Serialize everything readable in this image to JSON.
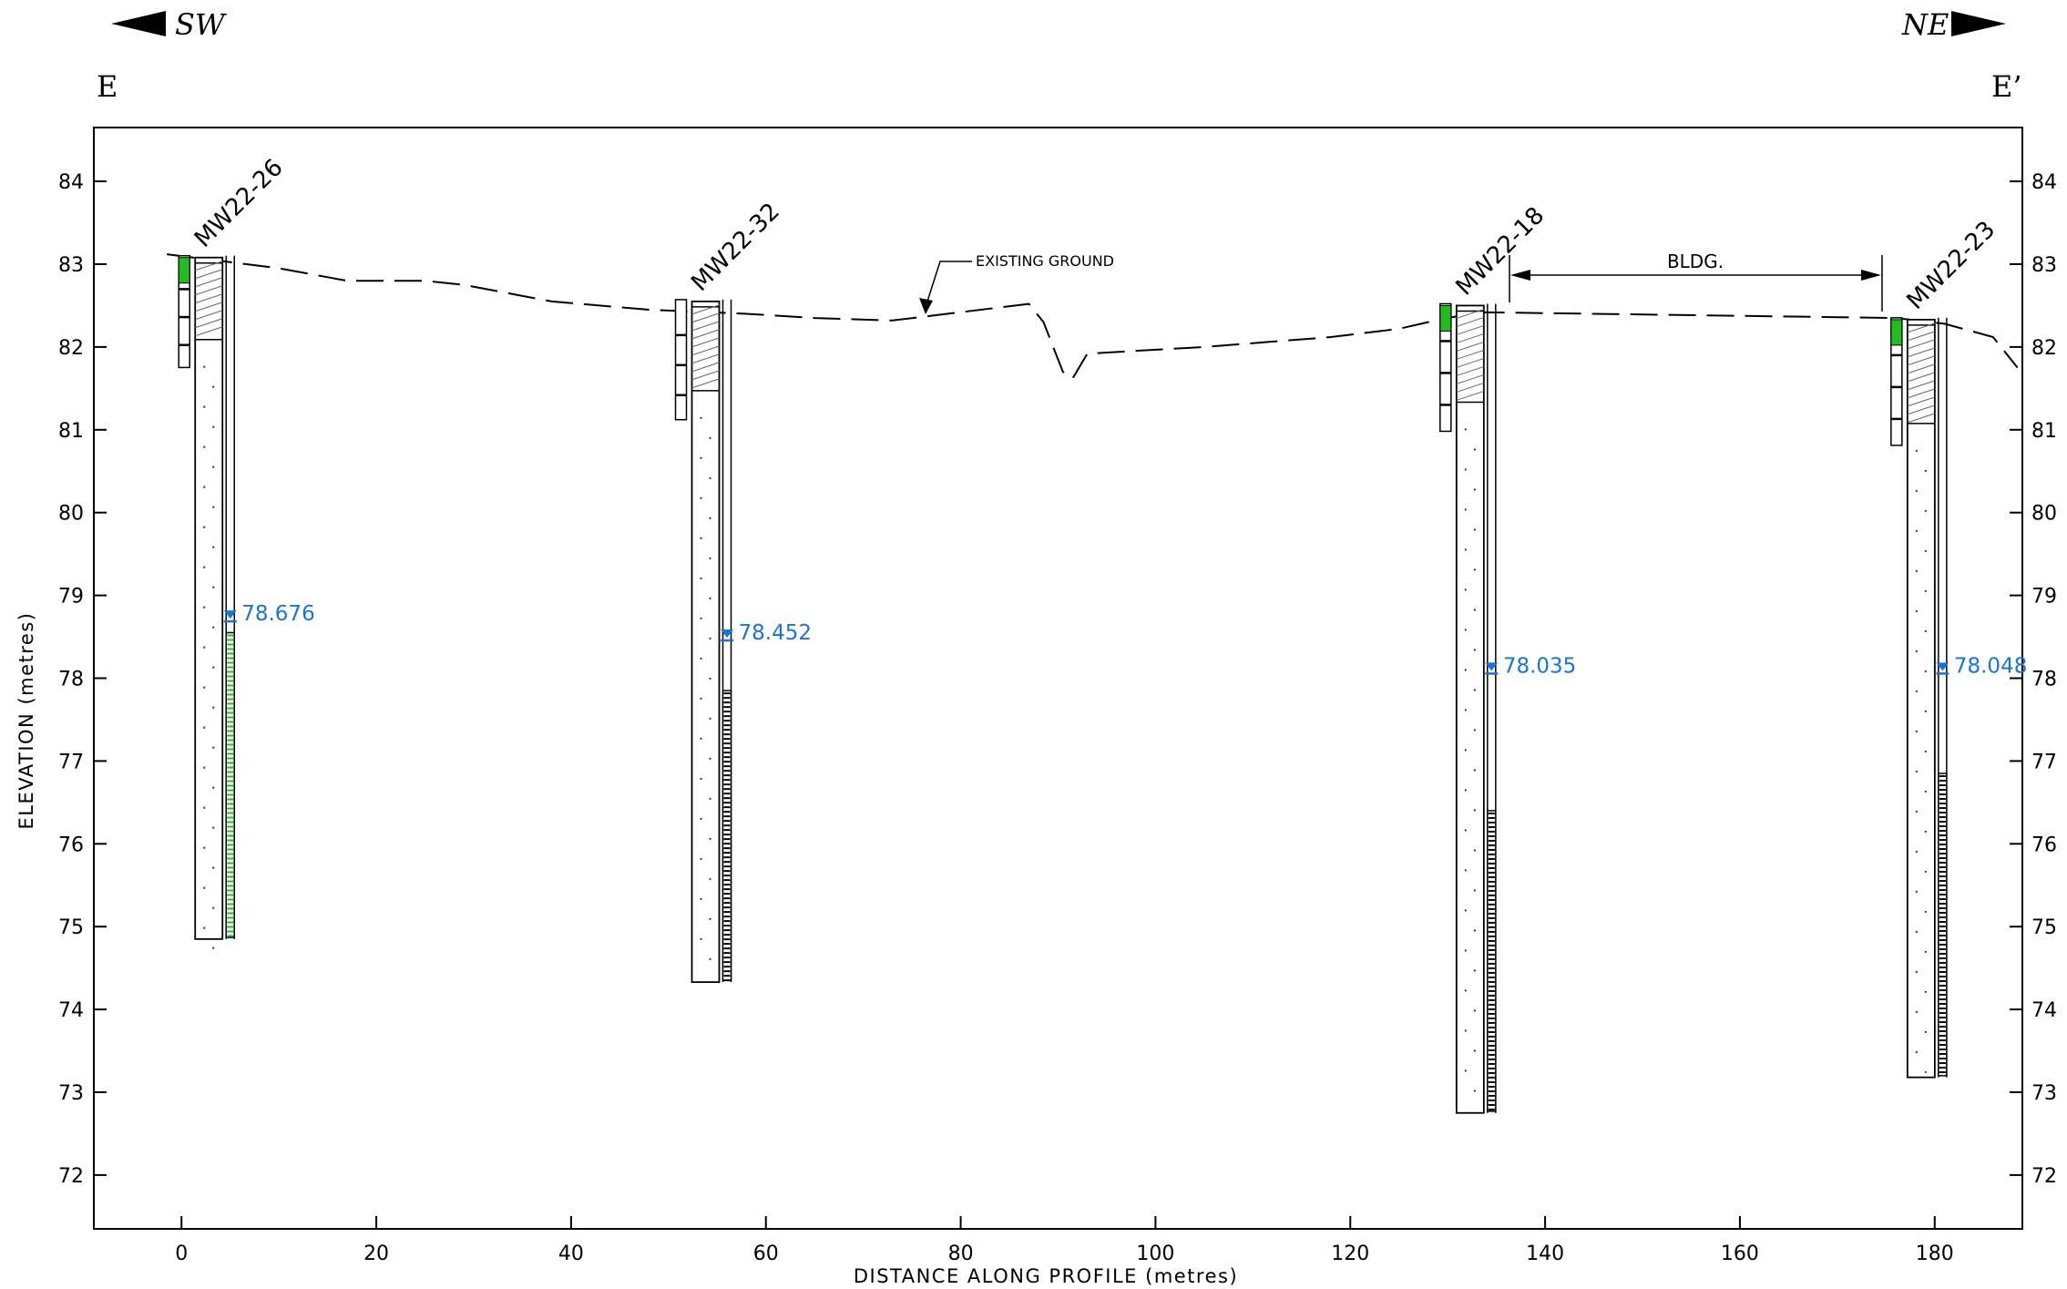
{
  "direction": {
    "left": "SW",
    "right": "NE"
  },
  "section": {
    "left_label": "E",
    "right_label": "E’"
  },
  "axes": {
    "ylabel": "ELEVATION (metres)",
    "xlabel": "DISTANCE ALONG PROFILE (metres)",
    "xlim": [
      -9,
      189
    ],
    "ylim": [
      71.35,
      84.65
    ],
    "xticks": [
      "0",
      "20",
      "40",
      "60",
      "80",
      "100",
      "120",
      "140",
      "160",
      "180"
    ],
    "yticks": [
      "84",
      "83",
      "82",
      "81",
      "80",
      "79",
      "78",
      "77",
      "76",
      "75",
      "74",
      "73",
      "72"
    ]
  },
  "annotations": {
    "existing_ground": "EXISTING GROUND",
    "bldg": "BLDG."
  },
  "colors": {
    "water_level": "#1a73d9",
    "green_marker": "#22bb22",
    "line": "#000000"
  },
  "wells": [
    {
      "name": "MW22-26",
      "x": 0,
      "top": 83.08,
      "bottom": 74.85,
      "water_level": "78.676",
      "wl": 78.73,
      "screen_top": 78.55,
      "screen_bottom": 74.87,
      "screen_color": "green"
    },
    {
      "name": "MW22-32",
      "x": 51,
      "top": 82.55,
      "bottom": 74.33,
      "water_level": "78.452",
      "wl": 78.5,
      "screen_top": 77.85,
      "screen_bottom": 74.35,
      "screen_color": "black"
    },
    {
      "name": "MW22-18",
      "x": 129.5,
      "top": 82.5,
      "bottom": 72.75,
      "water_level": "78.035",
      "wl": 78.1,
      "screen_top": 76.4,
      "screen_bottom": 72.77,
      "screen_color": "black"
    },
    {
      "name": "MW22-23",
      "x": 175.8,
      "top": 82.33,
      "bottom": 73.18,
      "water_level": "78.048",
      "wl": 78.1,
      "screen_top": 76.85,
      "screen_bottom": 73.2,
      "screen_color": "black"
    }
  ],
  "ground_profile": [
    [
      -1.5,
      83.12
    ],
    [
      10,
      82.95
    ],
    [
      17,
      82.8
    ],
    [
      25,
      82.8
    ],
    [
      29,
      82.75
    ],
    [
      38,
      82.55
    ],
    [
      48,
      82.45
    ],
    [
      58,
      82.4
    ],
    [
      65,
      82.35
    ],
    [
      73,
      82.32
    ],
    [
      87,
      82.52
    ],
    [
      88.5,
      82.3
    ],
    [
      90.5,
      81.7
    ],
    [
      91.5,
      81.62
    ],
    [
      93,
      81.92
    ],
    [
      105,
      82.0
    ],
    [
      118,
      82.12
    ],
    [
      125,
      82.22
    ],
    [
      128,
      82.3
    ],
    [
      133,
      82.42
    ],
    [
      176,
      82.35
    ],
    [
      181,
      82.28
    ],
    [
      186,
      82.12
    ],
    [
      188.5,
      81.75
    ]
  ]
}
